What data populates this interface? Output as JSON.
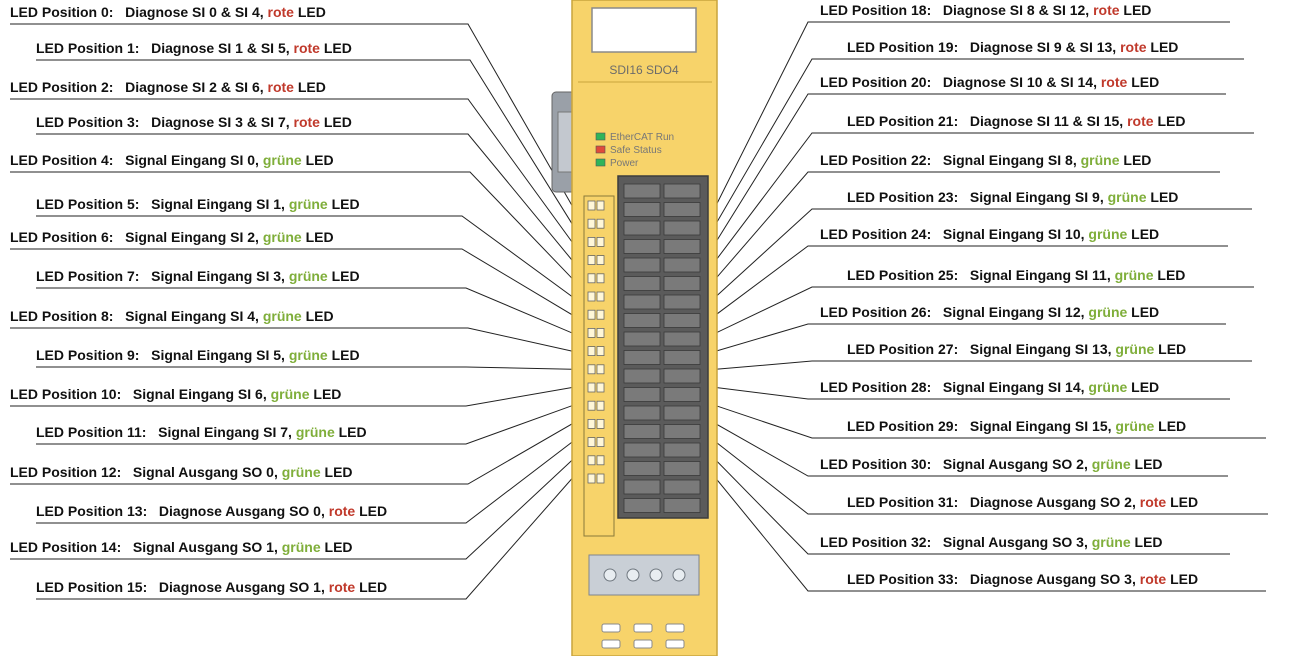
{
  "device": {
    "model_label": "SDI16 SDO4",
    "status_leds": [
      {
        "label": "EtherCAT Run",
        "color": "#2fb45a"
      },
      {
        "label": "Safe Status",
        "color": "#e04a3a"
      },
      {
        "label": "Power",
        "color": "#2fb45a"
      }
    ],
    "colors": {
      "body": "#f7d36a",
      "body_dark": "#e3b94a",
      "terminal": "#5b5b5b",
      "terminal_light": "#7a7a7a",
      "red": "#c0392b",
      "green": "#7fae3a"
    }
  },
  "left_labels": [
    {
      "position": "LED Position 0:",
      "desc": "Diagnose SI 0 & SI 4,",
      "color_word": "rote",
      "color": "red",
      "suffix": "LED"
    },
    {
      "position": "LED Position 1:",
      "desc": "Diagnose SI 1 & SI 5,",
      "color_word": "rote",
      "color": "red",
      "suffix": "LED"
    },
    {
      "position": "LED Position 2:",
      "desc": "Diagnose SI 2 & SI 6,",
      "color_word": "rote",
      "color": "red",
      "suffix": "LED"
    },
    {
      "position": "LED Position 3:",
      "desc": "Diagnose SI 3 & SI 7,",
      "color_word": "rote",
      "color": "red",
      "suffix": "LED"
    },
    {
      "position": "LED Position 4:",
      "desc": "Signal Eingang SI 0,",
      "color_word": "grüne",
      "color": "green",
      "suffix": "LED"
    },
    {
      "position": "LED Position 5:",
      "desc": "Signal Eingang SI 1,",
      "color_word": "grüne",
      "color": "green",
      "suffix": "LED"
    },
    {
      "position": "LED Position 6:",
      "desc": "Signal Eingang SI 2,",
      "color_word": "grüne",
      "color": "green",
      "suffix": "LED"
    },
    {
      "position": "LED Position 7:",
      "desc": "Signal Eingang SI 3,",
      "color_word": "grüne",
      "color": "green",
      "suffix": "LED"
    },
    {
      "position": "LED Position 8:",
      "desc": "Signal Eingang SI 4,",
      "color_word": "grüne",
      "color": "green",
      "suffix": "LED"
    },
    {
      "position": "LED Position 9:",
      "desc": "Signal Eingang SI 5,",
      "color_word": "grüne",
      "color": "green",
      "suffix": "LED"
    },
    {
      "position": "LED Position 10:",
      "desc": "Signal Eingang SI 6,",
      "color_word": "grüne",
      "color": "green",
      "suffix": "LED"
    },
    {
      "position": "LED Position 11:",
      "desc": "Signal Eingang SI 7,",
      "color_word": "grüne",
      "color": "green",
      "suffix": "LED"
    },
    {
      "position": "LED Position 12:",
      "desc": "Signal Ausgang SO 0,",
      "color_word": "grüne",
      "color": "green",
      "suffix": "LED"
    },
    {
      "position": "LED Position 13:",
      "desc": "Diagnose Ausgang SO 0,",
      "color_word": "rote",
      "color": "red",
      "suffix": "LED"
    },
    {
      "position": "LED Position 14:",
      "desc": "Signal Ausgang SO 1,",
      "color_word": "grüne",
      "color": "green",
      "suffix": "LED"
    },
    {
      "position": "LED Position 15:",
      "desc": "Diagnose Ausgang SO 1,",
      "color_word": "rote",
      "color": "red",
      "suffix": "LED"
    }
  ],
  "right_labels": [
    {
      "position": "LED Position 18:",
      "desc": "Diagnose SI 8 & SI 12,",
      "color_word": "rote",
      "color": "red",
      "suffix": "LED"
    },
    {
      "position": "LED Position 19:",
      "desc": "Diagnose SI 9 & SI 13,",
      "color_word": "rote",
      "color": "red",
      "suffix": "LED"
    },
    {
      "position": "LED Position 20:",
      "desc": "Diagnose SI 10 & SI 14,",
      "color_word": "rote",
      "color": "red",
      "suffix": "LED"
    },
    {
      "position": "LED Position 21:",
      "desc": "Diagnose SI 11 & SI 15,",
      "color_word": "rote",
      "color": "red",
      "suffix": "LED"
    },
    {
      "position": "LED Position 22:",
      "desc": "Signal Eingang SI 8,",
      "color_word": "grüne",
      "color": "green",
      "suffix": "LED"
    },
    {
      "position": "LED Position 23:",
      "desc": "Signal Eingang SI 9,",
      "color_word": "grüne",
      "color": "green",
      "suffix": "LED"
    },
    {
      "position": "LED Position 24:",
      "desc": "Signal Eingang SI 10,",
      "color_word": "grüne",
      "color": "green",
      "suffix": "LED"
    },
    {
      "position": "LED Position 25:",
      "desc": "Signal Eingang SI 11,",
      "color_word": "grüne",
      "color": "green",
      "suffix": "LED"
    },
    {
      "position": "LED Position 26:",
      "desc": "Signal Eingang SI 12,",
      "color_word": "grüne",
      "color": "green",
      "suffix": "LED"
    },
    {
      "position": "LED Position 27:",
      "desc": "Signal Eingang SI 13,",
      "color_word": "grüne",
      "color": "green",
      "suffix": "LED"
    },
    {
      "position": "LED Position 28:",
      "desc": "Signal Eingang SI 14,",
      "color_word": "grüne",
      "color": "green",
      "suffix": "LED"
    },
    {
      "position": "LED Position 29:",
      "desc": "Signal Eingang SI 15,",
      "color_word": "grüne",
      "color": "green",
      "suffix": "LED"
    },
    {
      "position": "LED Position 30:",
      "desc": "Signal Ausgang SO 2,",
      "color_word": "grüne",
      "color": "green",
      "suffix": "LED"
    },
    {
      "position": "LED Position 31:",
      "desc": "Diagnose Ausgang SO 2,",
      "color_word": "rote",
      "color": "red",
      "suffix": "LED"
    },
    {
      "position": "LED Position 32:",
      "desc": "Signal Ausgang SO 3,",
      "color_word": "grüne",
      "color": "green",
      "suffix": "LED"
    },
    {
      "position": "LED Position 33:",
      "desc": "Diagnose Ausgang SO 3,",
      "color_word": "rote",
      "color": "red",
      "suffix": "LED"
    }
  ]
}
